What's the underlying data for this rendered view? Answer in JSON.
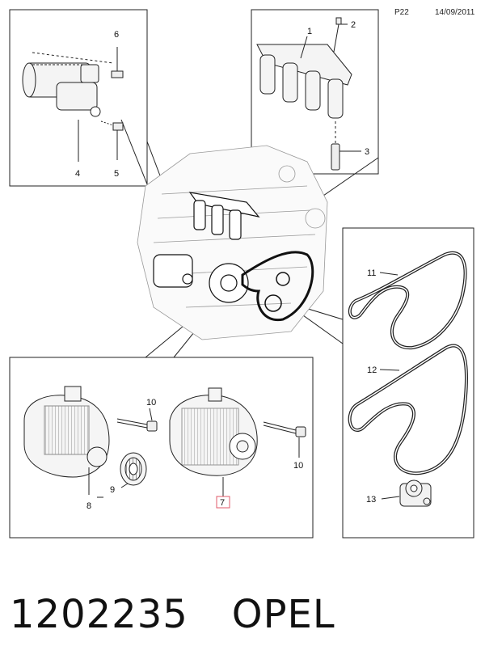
{
  "header": {
    "page_code": "P22",
    "date": "14/09/2011"
  },
  "callouts": {
    "c1": "1",
    "c2": "2",
    "c3": "3",
    "c4": "4",
    "c5": "5",
    "c6": "6",
    "c7": "7",
    "c8": "8",
    "c9": "9",
    "c10a": "10",
    "c10b": "10",
    "c11": "11",
    "c12": "12",
    "c13": "13"
  },
  "footer": {
    "part_number": "1202235",
    "brand": "OPEL"
  },
  "colors": {
    "line": "#222222",
    "highlight_box": "#e05a6a",
    "background": "#ffffff"
  }
}
